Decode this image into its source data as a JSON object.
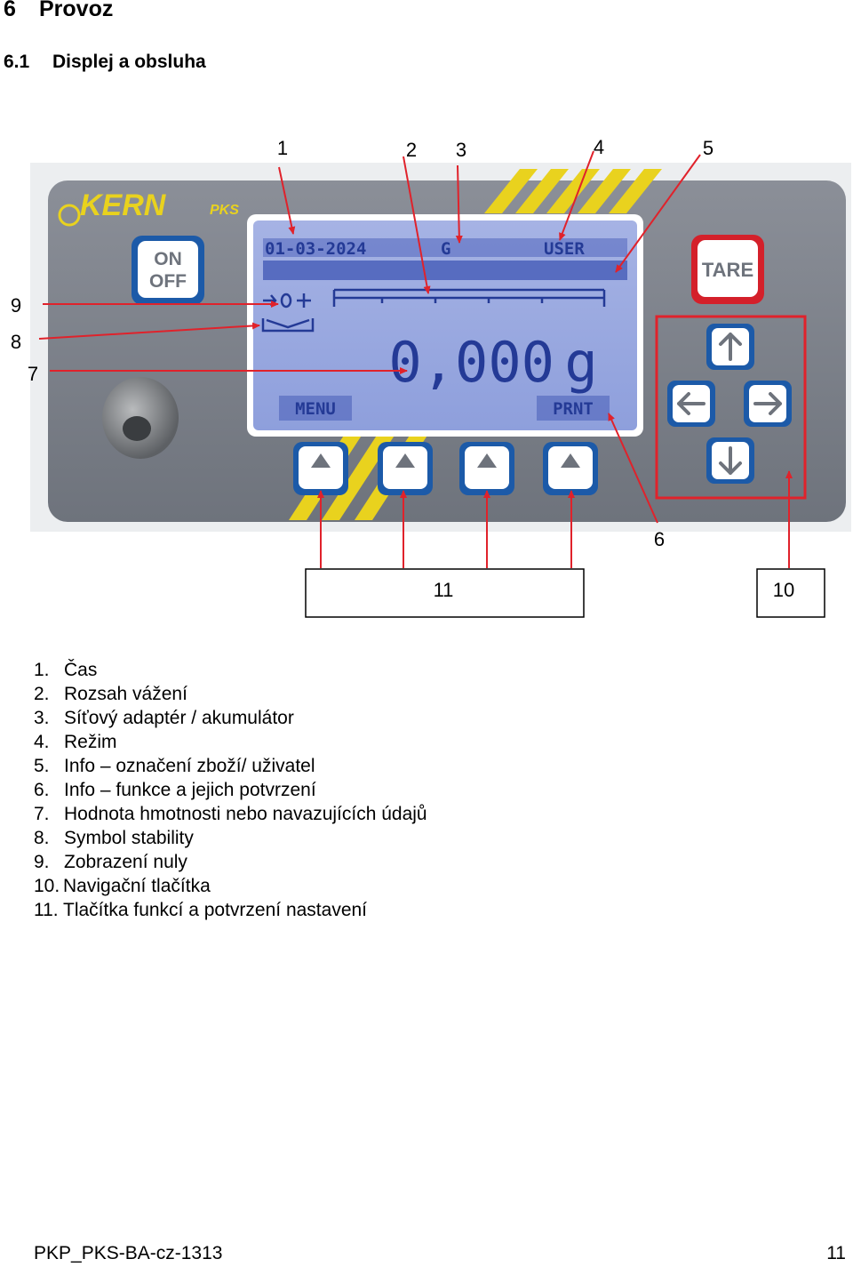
{
  "heading": {
    "number": "6",
    "title": "Provoz"
  },
  "subheading": {
    "number": "6.1",
    "title": "Displej a obsluha"
  },
  "figure": {
    "brand": "KERN",
    "model": "PKS",
    "lcd": {
      "status_time": "01-03-2024",
      "status_icon": "G",
      "status_mode": "USER",
      "weight_value": "0,000",
      "weight_unit": "g",
      "softkey_left": "MENU",
      "softkey_right": "PRNT"
    },
    "keys": {
      "on": "ON",
      "off": "OFF",
      "tare": "TARE"
    },
    "callouts": [
      "1",
      "2",
      "3",
      "4",
      "5",
      "6",
      "7",
      "8",
      "9",
      "10",
      "11"
    ]
  },
  "legend": [
    {
      "num": "1.",
      "text": "Čas"
    },
    {
      "num": "2.",
      "text": "Rozsah vážení"
    },
    {
      "num": "3.",
      "text": "Síťový adaptér / akumulátor"
    },
    {
      "num": "4.",
      "text": "Režim"
    },
    {
      "num": "5.",
      "text": "Info – označení zboží/ uživatel"
    },
    {
      "num": "6.",
      "text": "Info – funkce a jejich potvrzení"
    },
    {
      "num": "7.",
      "text": "Hodnota hmotnosti nebo navazujících údajů"
    },
    {
      "num": "8.",
      "text": "Symbol stability"
    },
    {
      "num": "9.",
      "text": "Zobrazení nuly"
    },
    {
      "num": "10.",
      "text": "Navigační tlačítka"
    },
    {
      "num": "11.",
      "text": "Tlačítka funkcí a potvrzení nastavení"
    }
  ],
  "footer": {
    "doc_id": "PKP_PKS-BA-cz-1313",
    "page": "11"
  }
}
